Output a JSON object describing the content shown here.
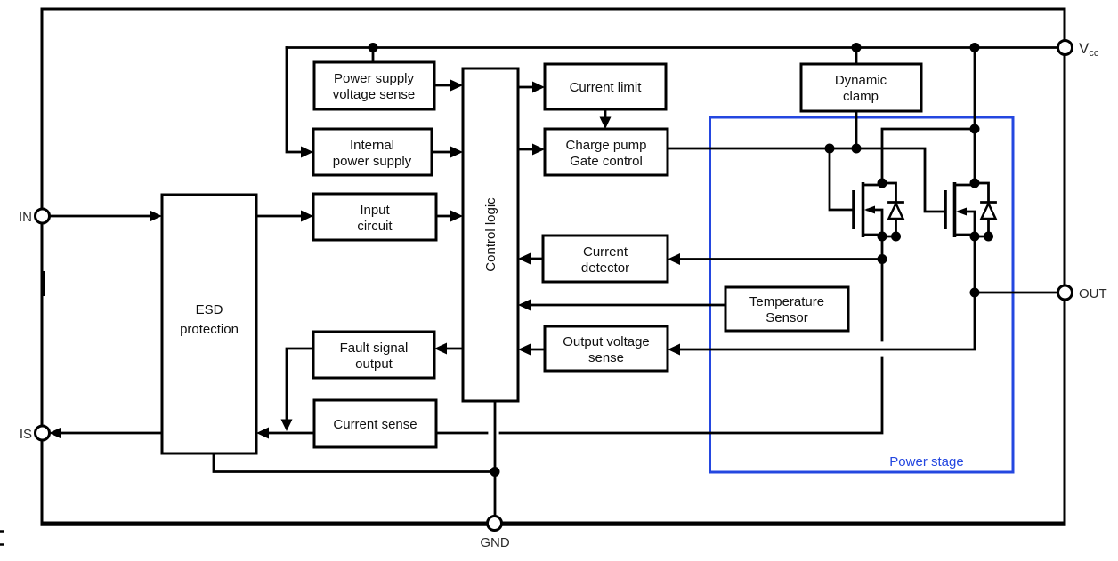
{
  "diagram": {
    "colors": {
      "accent": "#2447e0",
      "line": "#000000",
      "background": "#ffffff"
    },
    "pins": {
      "in": "IN",
      "is": "IS",
      "gnd": "GND",
      "out": "OUT",
      "vcc_base": "V",
      "vcc_sub": "cc"
    },
    "power_stage_label": "Power stage",
    "blocks": {
      "esd_protection": {
        "lines": [
          "ESD",
          "protection"
        ]
      },
      "power_supply_voltage_sense": {
        "lines": [
          "Power supply",
          "voltage sense"
        ]
      },
      "internal_power_supply": {
        "lines": [
          "Internal",
          "power supply"
        ]
      },
      "input_circuit": {
        "lines": [
          "Input",
          "circuit"
        ]
      },
      "fault_signal_output": {
        "lines": [
          "Fault signal",
          "output"
        ]
      },
      "current_sense": {
        "lines": [
          "Current sense"
        ]
      },
      "control_logic": {
        "lines": [
          "Control logic"
        ]
      },
      "current_limit": {
        "lines": [
          "Current limit"
        ]
      },
      "charge_pump_gate_control": {
        "lines": [
          "Charge pump",
          "Gate control"
        ]
      },
      "current_detector": {
        "lines": [
          "Current",
          "detector"
        ]
      },
      "output_voltage_sense": {
        "lines": [
          "Output voltage",
          "sense"
        ]
      },
      "temperature_sensor": {
        "lines": [
          "Temperature",
          "Sensor"
        ]
      },
      "dynamic_clamp": {
        "lines": [
          "Dynamic",
          "clamp"
        ]
      }
    }
  }
}
